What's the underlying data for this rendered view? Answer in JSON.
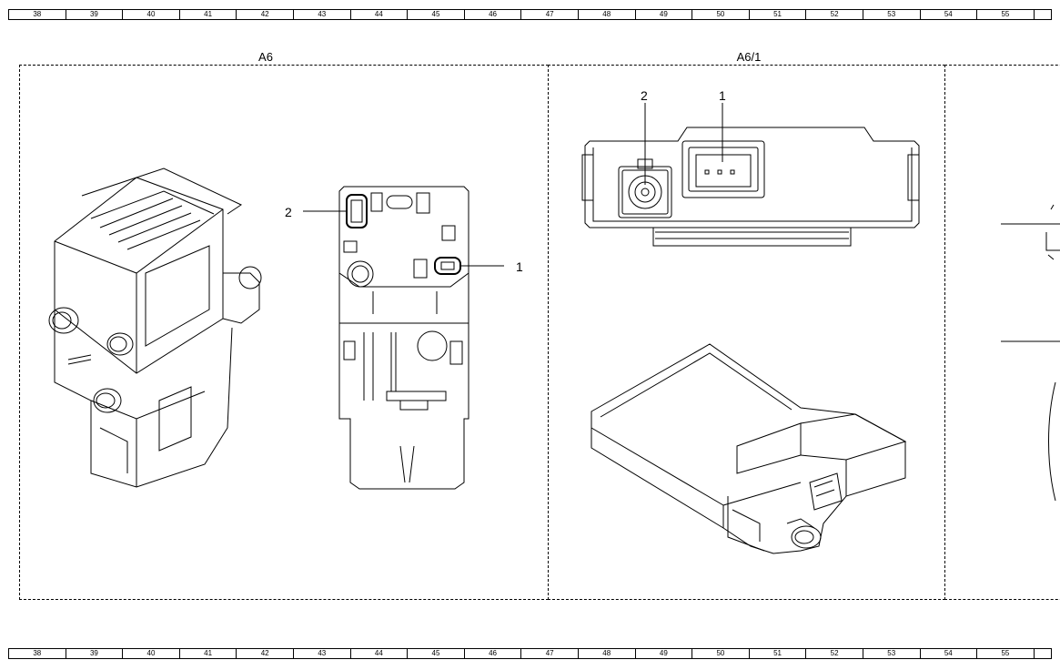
{
  "ruler": {
    "columns": [
      "38",
      "39",
      "40",
      "41",
      "42",
      "43",
      "44",
      "45",
      "46",
      "47",
      "48",
      "49",
      "50",
      "51",
      "52",
      "53",
      "54",
      "55",
      ""
    ]
  },
  "panels": [
    {
      "label": "A6"
    },
    {
      "label": "A6/1"
    }
  ],
  "callouts": {
    "a6_connector_2": "2",
    "a6_connector_1": "1",
    "a61_connector_2": "2",
    "a61_connector_1": "1"
  }
}
